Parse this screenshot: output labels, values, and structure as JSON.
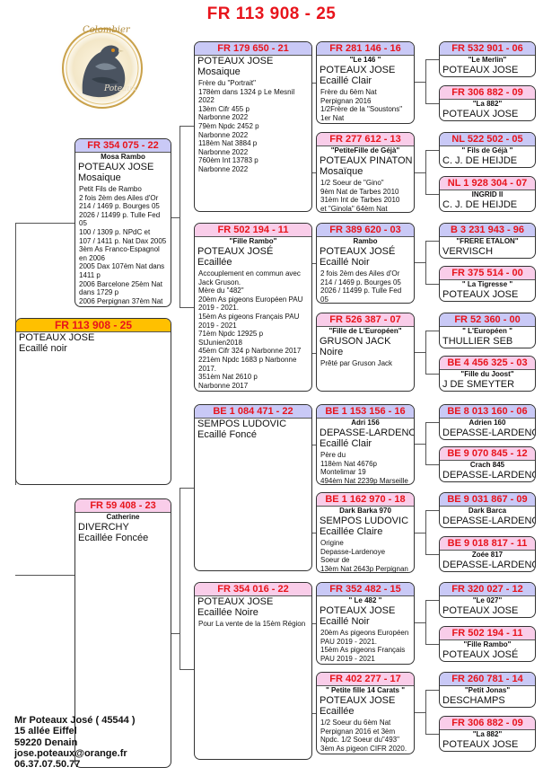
{
  "title": "FR  113 908  -  25",
  "logo": {
    "text_top": "Colombier",
    "text_bottom": "Poteaux"
  },
  "main": {
    "ring": "FR  113 908  -  25",
    "name": "POTEAUX  JOSE",
    "color": "Ecaillé noir"
  },
  "sire": {
    "ring": "FR  354 075  -  22",
    "nick": "Mosa Rambo",
    "name": "POTEAUX  JOSE",
    "color": "Mosaique",
    "notes": [
      "Petit Fils de Rambo",
      "2 fois 2èm des Ailes d'Or",
      "214 / 1469 p. Bourges 05",
      "2026 / 11499 p. Tulle Fed 05",
      "100 / 1309 p. NPdC et",
      "107 / 1411 p. Nat Dax 2005",
      " 3èm As Franco-Espagnol en 2006",
      "2005 Dax 107èm Nat dans 1411 p",
      "2006 Barcelone 25èm Nat dans 1729 p",
      "2006 Perpignan 37èm Nat"
    ]
  },
  "dam": {
    "ring": "FR  59 408  -  23",
    "nick": "Catherine",
    "name": "DIVERCHY",
    "color": "Ecaillée Foncée"
  },
  "ss": {
    "ring": "FR  179 650  -  21",
    "name": "POTEAUX  JOSE",
    "color": "Mosaique",
    "notes": [
      "Frère du \"Portrait\"",
      "178èm dans 1324 p Le Mesnil 2022",
      "13èm Cifr 455 p",
      "Narbonne 2022",
      "79èm Npdc 2452 p",
      "Narbonne 2022",
      "118èm Nat 3884 p",
      "Narbonne 2022",
      "760èm Int 13783 p",
      "Narbonne 2022"
    ]
  },
  "sd": {
    "ring": "FR  502 194  -  11",
    "nick": "\"Fille Rambo\"",
    "name": "POTEAUX  JOSÉ",
    "color": "Ecaillée",
    "notes": [
      "Accouplement en commun avec Jack Gruson.",
      "Mère du \"482\"",
      "20èm As pigeons Européen PAU 2019 - 2021.",
      "15èm As pigeons Français PAU 2019 - 2021",
      "71èm Npdc 12925 p StJunien2018",
      "45èm Cifr  324 p Narbonne 2017",
      "221èm Npdc 1683 p Narbonne 2017.",
      "351èm Nat 2610 p",
      "Narbonne 2017"
    ]
  },
  "ds": {
    "ring": "BE  1 084 471  -  22",
    "name": "SEMPOS  LUDOVIC",
    "color": "Ecaillé Foncé"
  },
  "dd": {
    "ring": "FR  354 016  -  22",
    "name": "POTEAUX  JOSE",
    "color": "Ecaillée Noire",
    "notes": [
      "Pour La vente de la 15èm Région"
    ]
  },
  "sss": {
    "ring": "FR  281 146  -  16",
    "nick": "\"Le 146 \"",
    "name": "POTEAUX  JOSE",
    "color": "Ecaillé Clair",
    "notes": [
      "Frère du 6èm Nat",
      "Perpignan 2016",
      "1/2Frère de la \"Soustons\"",
      "1er Nat"
    ]
  },
  "ssd": {
    "ring": "FR  277 612  -  13",
    "nick": "\"PetiteFille de Géjà\"",
    "name": "POTEAUX  PINATON",
    "color": "Mosaïque",
    "notes": [
      "1/2 Soeur de \"Gino\"",
      "9èm Nat de Tarbes 2010",
      "31èm Int de Tarbes 2010",
      "et \"Ginola\" 64èm Nat"
    ]
  },
  "sds": {
    "ring": "FR  389 620  -  03",
    "nick": "Rambo",
    "name": "POTEAUX  JOSÉ",
    "color": "Ecaillé Noir",
    "notes": [
      "2 fois 2èm des Ailes d'Or",
      "214 / 1469 p. Bourges 05",
      "2026 / 11499 p. Tulle Fed",
      "05"
    ]
  },
  "sdd": {
    "ring": "FR  526 387  -  07",
    "nick": "\"Fille de L'Européen\"",
    "name": "GRUSON  JACK",
    "color": "Noire",
    "notes": [
      "Prêté par Gruson Jack"
    ]
  },
  "dss": {
    "ring": "BE  1 153 156  -  16",
    "nick": "Adri 156",
    "name": "DEPASSE-LARDENO",
    "color": "Ecaillé Clair",
    "notes": [
      "Père du",
      "118èm Nat 4676p",
      "Montelimar 19",
      "494èm Nat 2239p Marseille"
    ]
  },
  "dsd": {
    "ring": "BE  1 162 970  -  18",
    "nick": "Dark Barka 970",
    "name": "SEMPOS  LUDOVIC",
    "color": "Ecaillée Claire",
    "notes": [
      "Origine",
      "Depasse-Lardenoye",
      "Soeur de",
      "13èm Nat 2643p Perpignan"
    ]
  },
  "dds": {
    "ring": "FR  352 482  -  15",
    "nick": "\" Le 482 \"",
    "name": "POTEAUX  JOSE",
    "color": "Ecaillé Noir",
    "notes": [
      "20èm As pigeons Européen PAU 2019 - 2021.",
      "15èm As pigeons Français PAU 2019 - 2021"
    ]
  },
  "ddd": {
    "ring": "FR  402 277  -  17",
    "nick": "\" Petite fille 14 Carats \"",
    "name": "POTEAUX  JOSE",
    "color": "Ecaillée",
    "notes": [
      "1/2 Soeur du 6èm Nat Perpignan 2016 et 3èm Npdc. 1/2 Soeur du\"493\"",
      "3èm As pigeon CIFR 2020."
    ]
  },
  "g": [
    {
      "ring": "FR  532 901  -  06",
      "nick": "\"Le Merlin\"",
      "name": "POTEAUX  JOSE"
    },
    {
      "ring": "FR  306 882  -  09",
      "nick": "\"La 882\"",
      "name": "POTEAUX  JOSE"
    },
    {
      "ring": "NL  522 502  -  05",
      "nick": "\" Fils de Géjà \"",
      "name": "C. J. DE HEIJDE"
    },
    {
      "ring": "NL  1 928 304  -  07",
      "nick": "INGRID II",
      "name": "C. J. DE HEIJDE"
    },
    {
      "ring": "B  3 231 943  -  96",
      "nick": "\"FRERE ETALON\"",
      "name": "VERVISCH"
    },
    {
      "ring": "FR  375 514  -  00",
      "nick": "\" La Tigresse \"",
      "name": "POTEAUX  JOSE"
    },
    {
      "ring": "FR  52 360  -  00",
      "nick": "\" L'Européen \"",
      "name": "THULLIER SEB"
    },
    {
      "ring": "BE  4 456 325  -  03",
      "nick": "\"Fille du Joost\"",
      "name": "J DE SMEYTER"
    },
    {
      "ring": "BE  8 013 160  -  06",
      "nick": "Adrien 160",
      "name": "DEPASSE-LARDENO"
    },
    {
      "ring": "BE  9 070 845  -  12",
      "nick": "Crach 845",
      "name": "DEPASSE-LARDENO"
    },
    {
      "ring": "BE  9 031 867  -  09",
      "nick": "Dark Barca",
      "name": "DEPASSE-LARDENO"
    },
    {
      "ring": "BE  9 018 817  -  11",
      "nick": "Zoée 817",
      "name": "DEPASSE-LARDENO"
    },
    {
      "ring": "FR  320 027  -  12",
      "nick": "\"Le 027\"",
      "name": "POTEAUX  JOSE"
    },
    {
      "ring": "FR  502 194  -  11",
      "nick": "\"Fille Rambo\"",
      "name": "POTEAUX  JOSÉ"
    },
    {
      "ring": "FR  260 781  -  14",
      "nick": "\"Petit Jonas\"",
      "name": "DESCHAMPS"
    },
    {
      "ring": "FR  306 882  -  09",
      "nick": "\"La 882\"",
      "name": "POTEAUX  JOSE"
    }
  ],
  "footer": [
    "Mr Poteaux José ( 45544 )",
    "15 allée Eiffel",
    "59220 Denain",
    "jose.poteaux@orange.fr",
    "06.37.07.50.77"
  ]
}
